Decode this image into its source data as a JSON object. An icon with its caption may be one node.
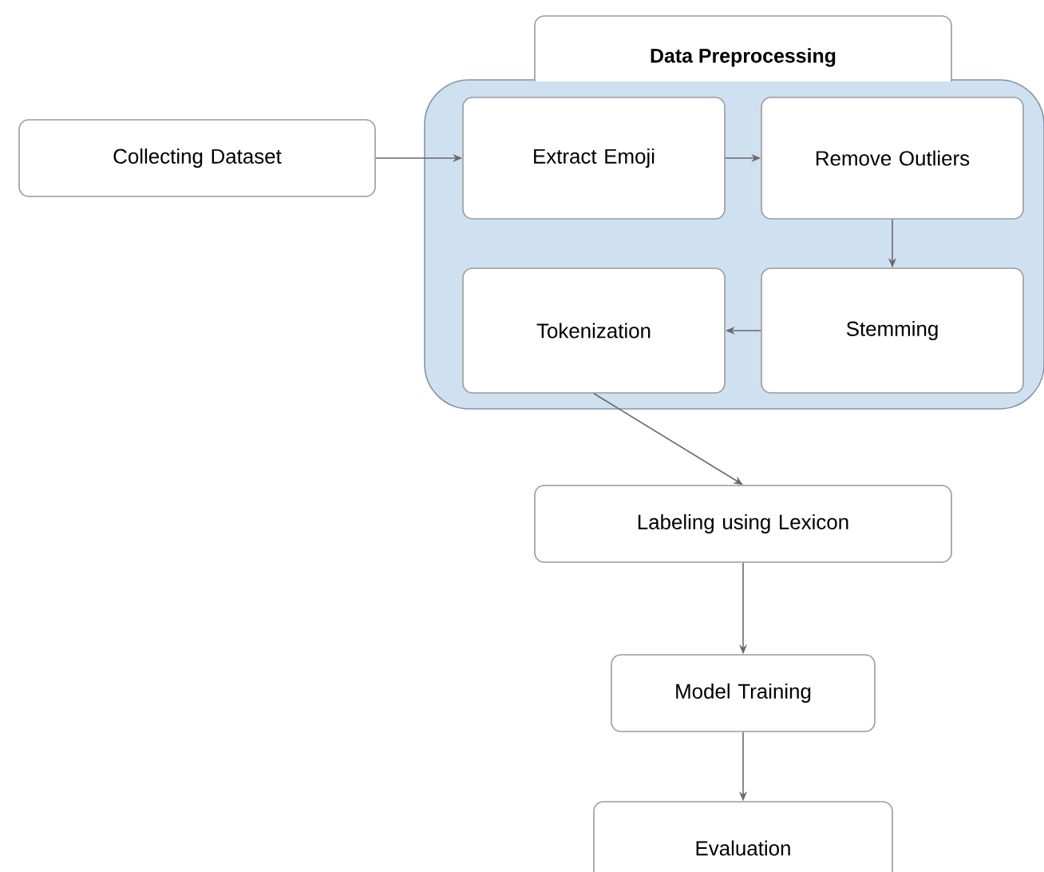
{
  "diagram": {
    "nodes": [
      {
        "text": [
          "Data Preprocessing"
        ]
      },
      {
        "text": [
          "Collecting Dataset"
        ]
      },
      {
        "text": [
          "Extract Emoji"
        ],
        "in": 0
      },
      {
        "text": [
          "Remove Outliers"
        ],
        "in": 0
      },
      {
        "text": [
          "Tokenization"
        ],
        "in": 0
      },
      {
        "text": [
          "Stemming"
        ],
        "in": 0
      },
      {
        "text": [
          "Labeling using Lexicon"
        ]
      },
      {
        "text": [
          "Model Training"
        ]
      },
      {
        "text": [
          "Evaluation"
        ]
      }
    ],
    "edges": [
      {
        "from": 1,
        "to": 2,
        "arrow": "to"
      },
      {
        "from": 2,
        "to": 3,
        "arrow": "to"
      },
      {
        "from": 3,
        "to": 5,
        "arrow": "to"
      },
      {
        "from": 5,
        "to": 4,
        "arrow": "to"
      },
      {
        "from": 4,
        "to": 6,
        "arrow": "to"
      },
      {
        "from": 6,
        "to": 7,
        "arrow": "to"
      },
      {
        "from": 7,
        "to": 8,
        "arrow": "to"
      }
    ]
  }
}
